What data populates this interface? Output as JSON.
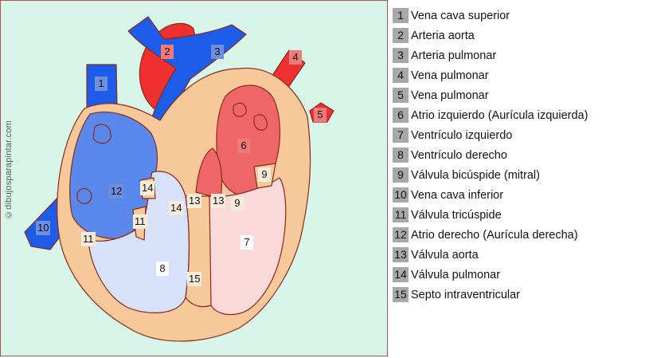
{
  "watermark": "©dibujosparapintar.com",
  "labels": {
    "l1": "1",
    "l2": "2",
    "l3": "3",
    "l4": "4",
    "l5": "5",
    "l6": "6",
    "l7": "7",
    "l8": "8",
    "l9a": "9",
    "l9b": "9",
    "l10": "10",
    "l11a": "11",
    "l11b": "11",
    "l12": "12",
    "l13a": "13",
    "l13b": "13",
    "l14a": "14",
    "l14b": "14",
    "l15": "15"
  },
  "legend": [
    {
      "num": "1",
      "text": "Vena cava superior"
    },
    {
      "num": "2",
      "text": "Arteria aorta"
    },
    {
      "num": "3",
      "text": "Arteria pulmonar"
    },
    {
      "num": "4",
      "text": "Vena pulmonar"
    },
    {
      "num": "5",
      "text": "Vena pulmonar"
    },
    {
      "num": "6",
      "text": "Atrio izquierdo (Aurícula izquierda)"
    },
    {
      "num": "7",
      "text": "Ventrículo izquierdo"
    },
    {
      "num": "8",
      "text": "Ventrículo derecho"
    },
    {
      "num": "9",
      "text": "Válvula bicúspide (mitral)"
    },
    {
      "num": "10",
      "text": "Vena cava inferior"
    },
    {
      "num": "11",
      "text": "Válvula tricúspide"
    },
    {
      "num": "12",
      "text": "Atrio derecho (Aurícula derecha)"
    },
    {
      "num": "13",
      "text": "Válvula aorta"
    },
    {
      "num": "14",
      "text": "Válvula pulmonar"
    },
    {
      "num": "15",
      "text": "Septo intraventricular"
    }
  ]
}
